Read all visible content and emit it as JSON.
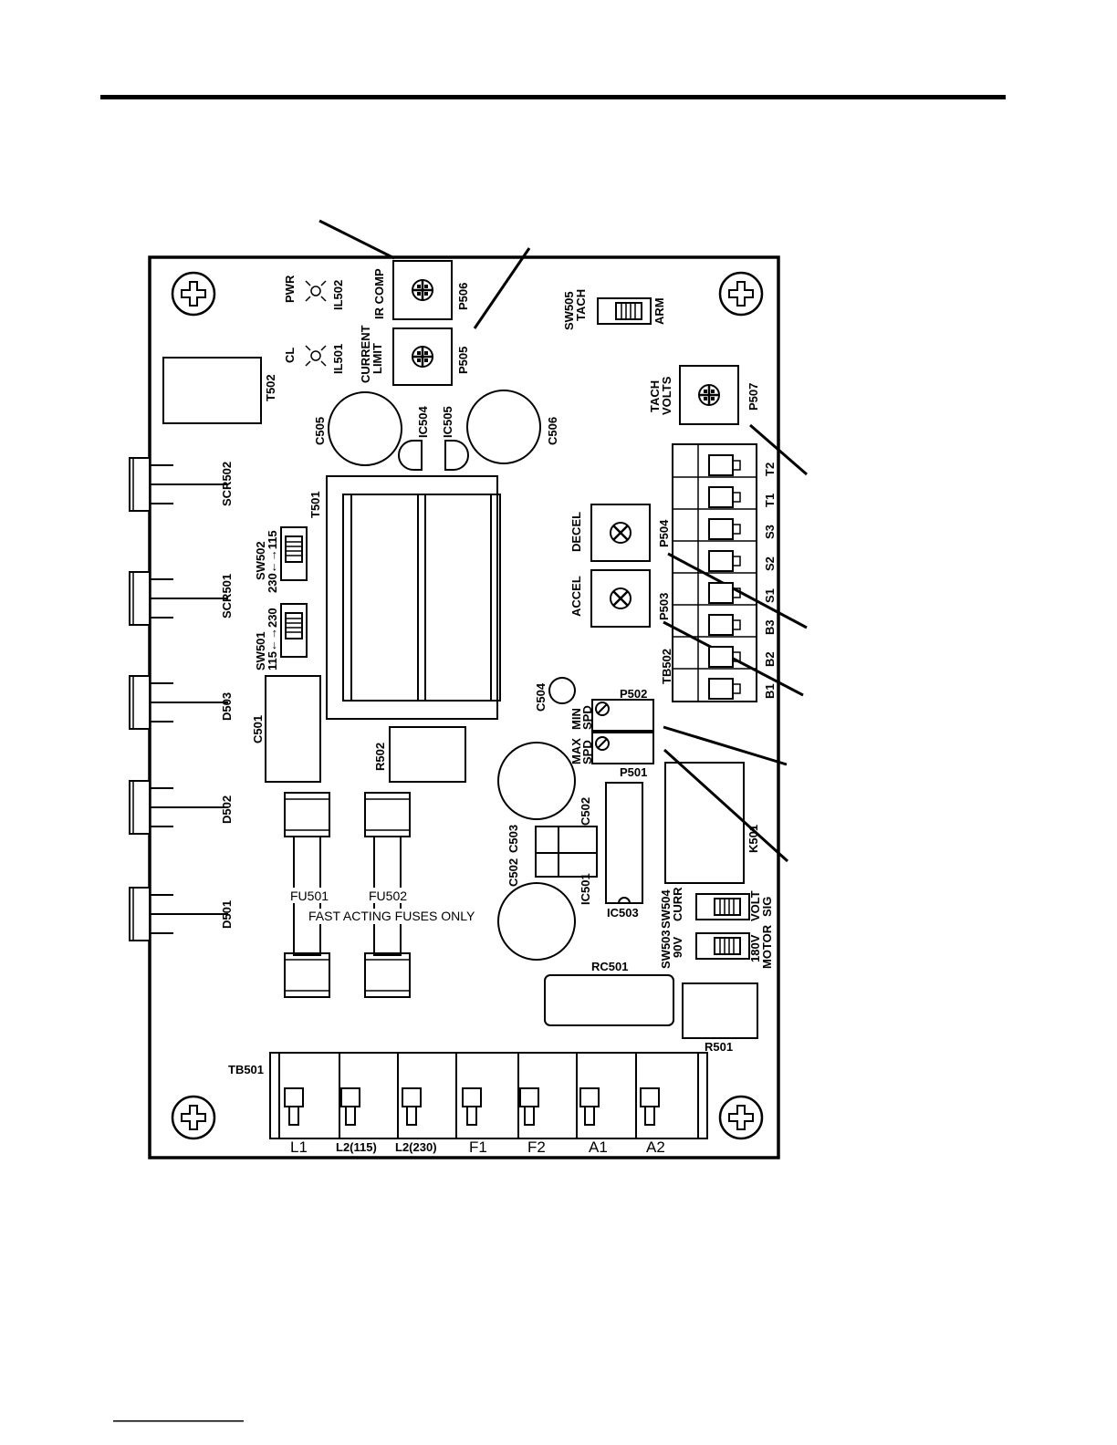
{
  "board": {
    "leds": {
      "pwr": "PWR",
      "il502": "IL502",
      "cl": "CL",
      "il501": "IL501"
    },
    "pots": {
      "ir_comp": "IR COMP",
      "p506": "P506",
      "current_limit_1": "CURRENT",
      "current_limit_2": "LIMIT",
      "p505": "P505",
      "tach_volts_1": "TACH",
      "tach_volts_2": "VOLTS",
      "p507": "P507",
      "decel": "DECEL",
      "p504": "P504",
      "accel": "ACCEL",
      "p503": "P503",
      "p502": "P502",
      "min_spd_1": "MIN",
      "min_spd_2": "SPD",
      "p501": "P501",
      "max_spd_1": "MAX",
      "max_spd_2": "SPD"
    },
    "switches": {
      "sw505": "SW505",
      "sw505_tach": "TACH",
      "sw505_arm": "ARM",
      "sw502": "SW502",
      "sw502_opt": "230←→115",
      "sw501": "SW501",
      "sw501_opt": "115←→230",
      "sw504": "SW504",
      "sw504_curr": "CURR",
      "sw504_volt": "VOLT",
      "sw504_sig": "SIG",
      "sw503": "SW503",
      "sw503_90v": "90V",
      "sw503_180v": "180V",
      "sw503_motor": "MOTOR"
    },
    "components": {
      "t502": "T502",
      "t501": "T501",
      "c505": "C505",
      "c506": "C506",
      "ic504": "IC504",
      "ic505": "IC505",
      "scr502": "SCR502",
      "scr501": "SCR501",
      "d503": "D503",
      "d502": "D502",
      "d501": "D501",
      "c501": "C501",
      "r502": "R502",
      "c504": "C504",
      "c503": "C503",
      "c502a": "C502",
      "c502b": "C502",
      "ic501": "IC501",
      "ic503": "IC503",
      "k501": "K501",
      "rc501": "RC501",
      "r501": "R501",
      "fu501": "FU501",
      "fu502": "FU502",
      "fuse_note": "FAST ACTING FUSES ONLY",
      "tb502": "TB502",
      "tb501": "TB501"
    },
    "tb502_terminals": [
      "T2",
      "T1",
      "S3",
      "S2",
      "S1",
      "B3",
      "B2",
      "B1"
    ],
    "tb501_terminals": [
      "L1",
      "L2(115)",
      "L2(230)",
      "F1",
      "F2",
      "A1",
      "A2"
    ]
  }
}
